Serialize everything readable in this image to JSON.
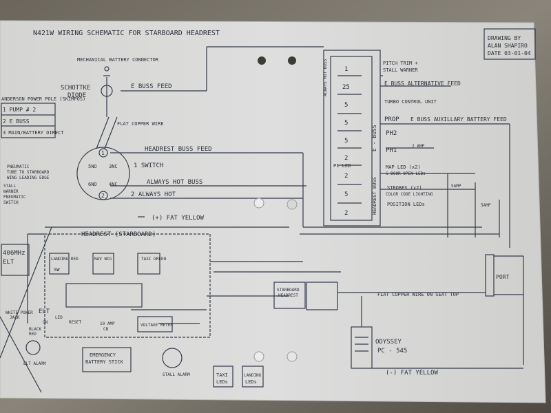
{
  "sheet": {
    "title": "N421W  WIRING SCHEMATIC FOR STARBOARD HEADREST",
    "drawing_credit": [
      "DRAWING BY",
      "ALAN SHAPIRO",
      "DATE  03-01-04"
    ],
    "subtitle": "MECHANICAL BATTERY CONNECTOR"
  },
  "left_labels": {
    "schottke": "SCHOTTKE",
    "diode": "DIODE",
    "anderson": "ANDERSON POWER POLE (SKIMPOS)",
    "pole_rows": [
      "1  PUMP # 2",
      "2  E BUSS",
      "3  MAIN/BATTERY DIRECT"
    ],
    "flat_copper": "FLAT COPPER WIRE",
    "pneumatic": [
      "PNEUMATIC",
      "TUBE TO STARBOARD",
      "WING LEADING EDGE"
    ],
    "stall_warner": [
      "STALL",
      "WARNER",
      "PNEUMATIC",
      "SWITCH"
    ],
    "elt_box": [
      "406MHz",
      "ELT"
    ]
  },
  "switch": {
    "labels": [
      "5NO",
      "3NC",
      "6NO",
      "4NC"
    ],
    "name": "1 SWITCH",
    "terminals": [
      "1",
      "2"
    ]
  },
  "center_labels": {
    "e_buss_feed": "E BUSS FEED",
    "headrest_buss_feed": "HEADREST BUSS FEED",
    "always_hot_buss": "ALWAYS HOT BUSS",
    "always_hot": "2  ALWAYS HOT",
    "fat_yellow_plus": "(+) FAT YELLOW",
    "headrest_title": "HEADREST (STARBOARD)",
    "landing_red": "LANDING RED",
    "sw": "SW",
    "nav_wig": "NAV WIG",
    "taxi": "TAXI GREEN",
    "elt": "ELT",
    "white_power_jack": [
      "WHITE POWER",
      "JACK"
    ],
    "black_red": [
      "BLACK",
      "RED"
    ],
    "led_on_reset": [
      "LED",
      "ON",
      "RESET"
    ],
    "elt_alarm": "ELT ALARM",
    "amp10": [
      "10 AMP",
      "CB"
    ],
    "voltage_meter": "VOLTAGE METER",
    "emergency_battery": [
      "EMERGENCY",
      "BATTERY STICK"
    ],
    "stall_alarm": "STALL ALARM",
    "taxi_leds": [
      "TAXI",
      "LEDs"
    ],
    "landing_leds": [
      "LANDING",
      "LEDs"
    ],
    "starboard_headrest": [
      "STARBOARD",
      "HEADREST"
    ],
    "flat_copper_seat": "FLAT COPPER WIRE ON SEAT TOP",
    "port": "PORT",
    "odyssey": [
      "ODYSSEY",
      "PC - 545"
    ],
    "fat_yellow_minus": "(-) FAT YELLOW"
  },
  "right_labels": {
    "fuse_values": [
      "1",
      "25",
      "5",
      "5",
      "5",
      "2",
      "2",
      "5",
      "2"
    ],
    "always_hot_buss_vertical": "ALWAYS HOT BUSS",
    "e_buss_vertical": "E - BUSS",
    "headrest_buss_vertical": "HEADREST BUSS",
    "pitch_trim": [
      "PITCH TRIM +",
      "STALL WARNER"
    ],
    "e_buss_alt_feed": "E BUSS ALTERNATIVE FEED",
    "turbo_control": "TURBO CONTROL UNIT",
    "prop": "PROP",
    "e_buss_aux_feed": "E BUSS AUXILLARY BATTERY FEED",
    "ph2": "PH2",
    "ph1": "PH1",
    "amp2": "2 AMP",
    "p1_led": "P1 LED",
    "map_led": [
      "MAP LED (x2)",
      "& DOOR OPEN LEDs"
    ],
    "strobes": [
      "STROBES (x2)",
      "COLOR CODE LIGHTING"
    ],
    "amp5a": "5AMP",
    "amp5b": "5AMP",
    "position_leds": "POSITION LEDs"
  }
}
